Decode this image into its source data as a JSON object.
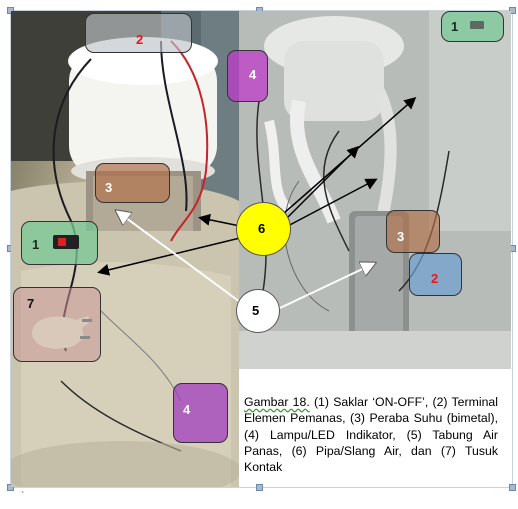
{
  "figure": {
    "caption_label": "Gambar 18.",
    "caption_text": "(1) Saklar ‘ON-OFF’, (2) Terminal Elemen Pemanas, (3) Peraba Suhu (bimetal), (4) Lampu/LED Indikator, (5) Tabung Air Panas, (6) Pipa/Slang Air, dan (7) Tusuk Kontak",
    "footnote_mark": "`"
  },
  "callouts": {
    "left_1": "1",
    "left_2": "2",
    "left_3": "3",
    "left_4": "4",
    "left_7": "7",
    "right_1": "1",
    "right_2": "2",
    "right_3": "3",
    "right_4": "4",
    "circle_5": "5",
    "circle_6": "6"
  },
  "colors": {
    "callout_green": "#8fd0a0",
    "callout_red_text": "#e8161b",
    "callout_purple": "#b45bbf",
    "callout_brown": "#c4896a",
    "callout_blue": "#8fb3d8",
    "circle_yellow": "#ffff00",
    "circle_white": "#ffffff"
  }
}
